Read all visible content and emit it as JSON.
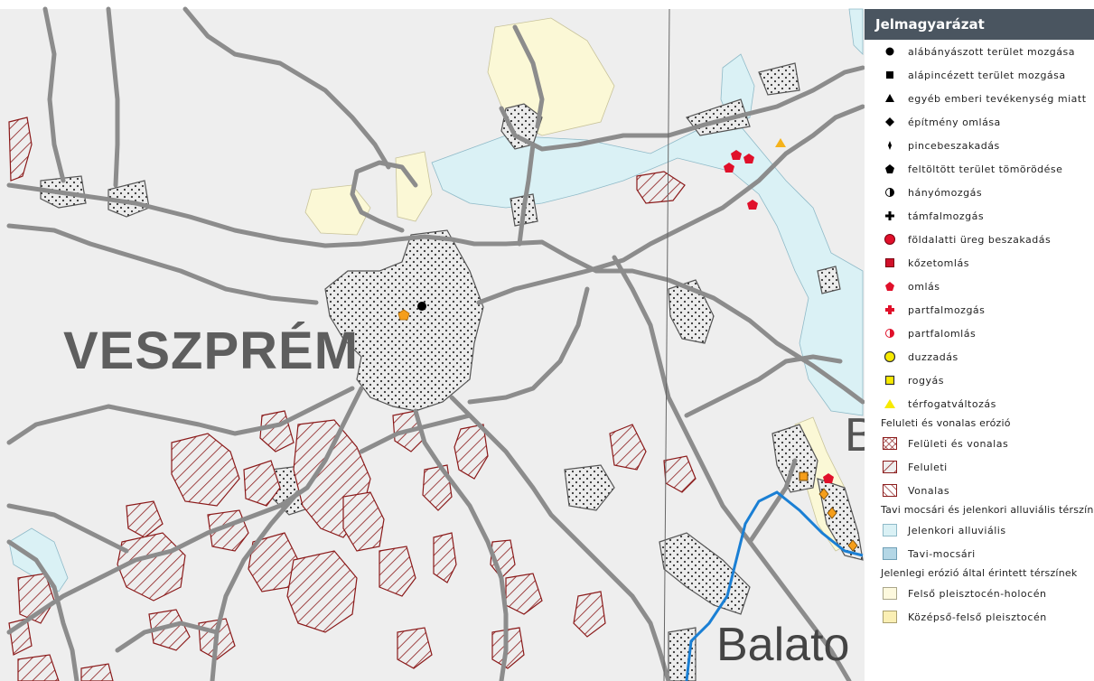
{
  "map": {
    "labels": {
      "city": "VESZPRÉM",
      "lake": "Balato",
      "partial": "B"
    },
    "colors": {
      "background": "#eeeeee",
      "roads": "#8c8c8c",
      "alluvial": "#daf1f5",
      "pleistocene": "#fbf8d6",
      "erosion_hatch": "#8b1a1a",
      "lake_shore": "#1a7fd4",
      "county_border": "#666666"
    }
  },
  "legend": {
    "title": "Jelmagyarázat",
    "point_items": [
      {
        "label": "alábányászott terület mozgása",
        "icon": "black-circle-icon"
      },
      {
        "label": "alápincézett terület mozgása",
        "icon": "black-square-icon"
      },
      {
        "label": "egyéb emberi tevékenység miatt",
        "icon": "black-triangle-icon"
      },
      {
        "label": "építmény omlása",
        "icon": "black-diamond-icon"
      },
      {
        "label": "pincebeszakadás",
        "icon": "black-narrow-diamond-icon"
      },
      {
        "label": "feltöltött terület tömörödése",
        "icon": "black-pentagon-icon"
      },
      {
        "label": "hányómozgás",
        "icon": "half-black-circle-icon"
      },
      {
        "label": "támfalmozgás",
        "icon": "black-cross-icon"
      },
      {
        "label": "földalatti üreg beszakadás",
        "icon": "red-circle-icon"
      },
      {
        "label": "kőzetomlás",
        "icon": "red-square-icon"
      },
      {
        "label": "omlás",
        "icon": "red-pentagon-icon"
      },
      {
        "label": "partfalmozgás",
        "icon": "red-cross-icon"
      },
      {
        "label": "partfalomlás",
        "icon": "half-red-circle-icon"
      },
      {
        "label": "duzzadás",
        "icon": "yellow-circle-icon"
      },
      {
        "label": "rogyás",
        "icon": "yellow-square-icon"
      },
      {
        "label": "térfogatváltozás",
        "icon": "yellow-triangle-icon"
      }
    ],
    "groups": [
      {
        "title": "Feluleti és vonalas erózió",
        "items": [
          {
            "label": "Felületi és vonalas",
            "icon": "crosshatch-swatch-icon"
          },
          {
            "label": "Feluleti",
            "icon": "diagonal-hatch-swatch-icon"
          },
          {
            "label": "Vonalas",
            "icon": "reverse-hatch-swatch-icon"
          }
        ]
      },
      {
        "title": "Tavi mocsári és jelenkori alluviális térszín",
        "items": [
          {
            "label": "Jelenkori alluviális",
            "icon": "light-blue-swatch-icon",
            "color": "#daf1f5"
          },
          {
            "label": "Tavi-mocsári",
            "icon": "steel-blue-swatch-icon",
            "color": "#b4d7e6"
          }
        ]
      },
      {
        "title": "Jelenlegi erózió által érintett térszínek",
        "items": [
          {
            "label": "Felső pleisztocén-holocén",
            "icon": "pale-yellow-swatch-icon",
            "color": "#fdf9de"
          },
          {
            "label": "Középső-felső pleisztocén",
            "icon": "cream-swatch-icon",
            "color": "#faefb4"
          }
        ]
      }
    ]
  }
}
